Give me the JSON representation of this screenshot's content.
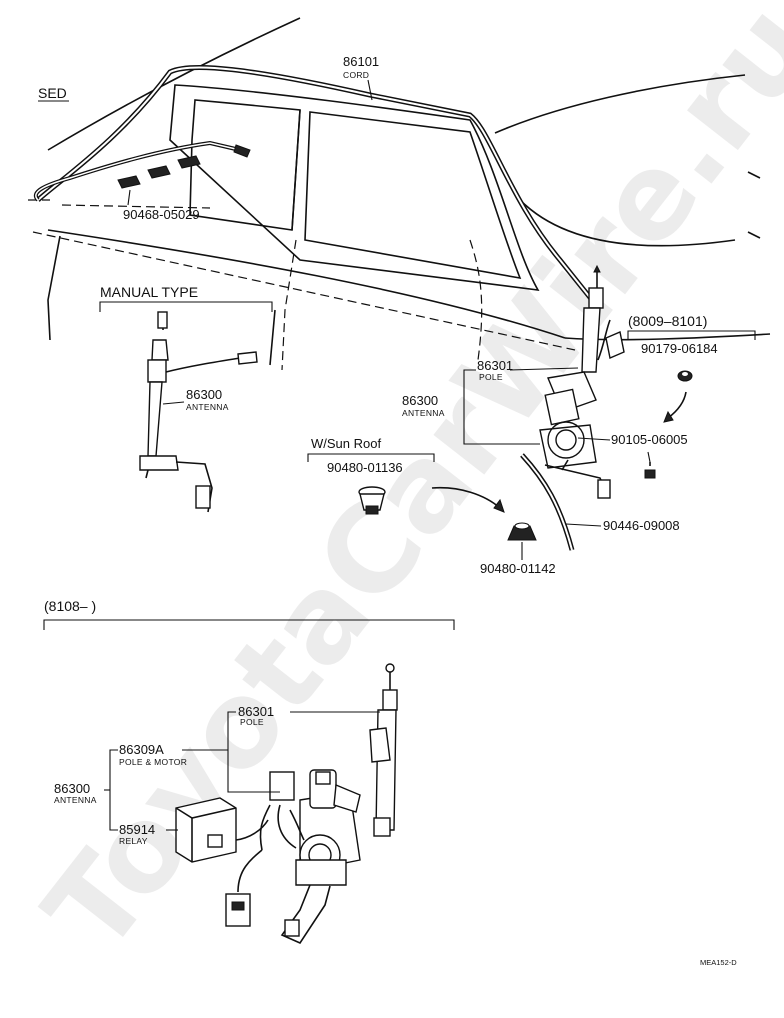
{
  "watermark": "ToyotaCarWire.ru",
  "section_label": "SED",
  "ref_code": "MEA152-D",
  "labels": {
    "cord_no": "86101",
    "cord_name": "CORD",
    "clip_no": "90468-05029",
    "manual_type": "MANUAL TYPE",
    "manual_antenna_no": "86300",
    "manual_antenna_name": "ANTENNA",
    "pole_no": "86301",
    "pole_name": "POLE",
    "antenna_no": "86300",
    "antenna_name": "ANTENNA",
    "range_1": "(8009–8101)",
    "nut_no": "90179-06184",
    "bolt_no": "90105-06005",
    "sunroof": "W/Sun Roof",
    "grommet_no": "90480-01136",
    "hose_no": "90446-09008",
    "grommet2_no": "90480-01142",
    "range_2": "(8108–        )",
    "pole2_no": "86301",
    "pole2_name": "POLE",
    "polemotor_no": "86309A",
    "polemotor_name": "POLE & MOTOR",
    "antenna2_no": "86300",
    "antenna2_name": "ANTENNA",
    "relay_no": "85914",
    "relay_name": "RELAY"
  }
}
